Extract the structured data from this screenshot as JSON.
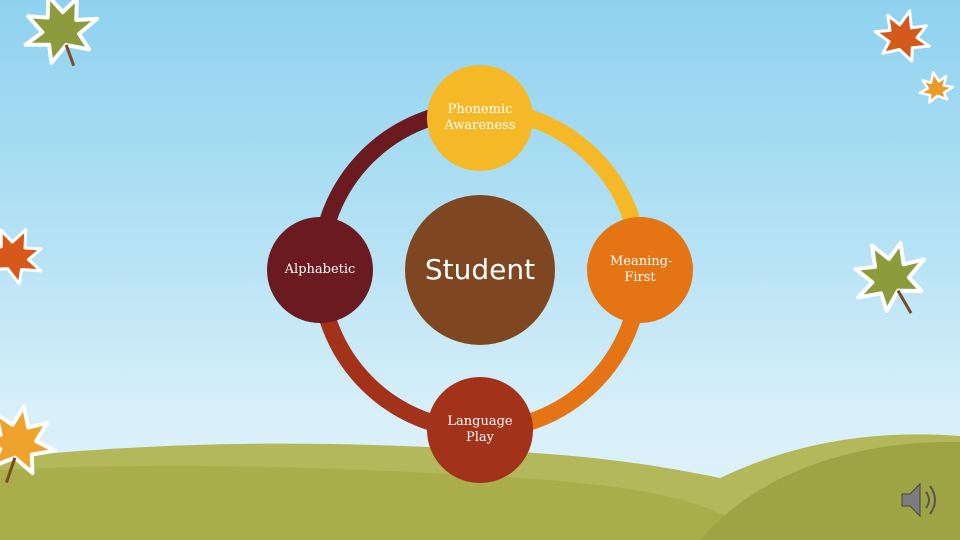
{
  "diagram": {
    "center": "Student",
    "nodes": {
      "top": "Phonemic Awareness",
      "right": "Meaning-First",
      "bottom": "Language Play",
      "left": "Alphabetic"
    }
  },
  "colors": {
    "top": "#f5b928",
    "right": "#e57415",
    "bottom": "#a23219",
    "left": "#6b1a1f",
    "center": "#7f4721"
  },
  "icons": [
    "maple-leaf-icon",
    "speaker-icon"
  ]
}
